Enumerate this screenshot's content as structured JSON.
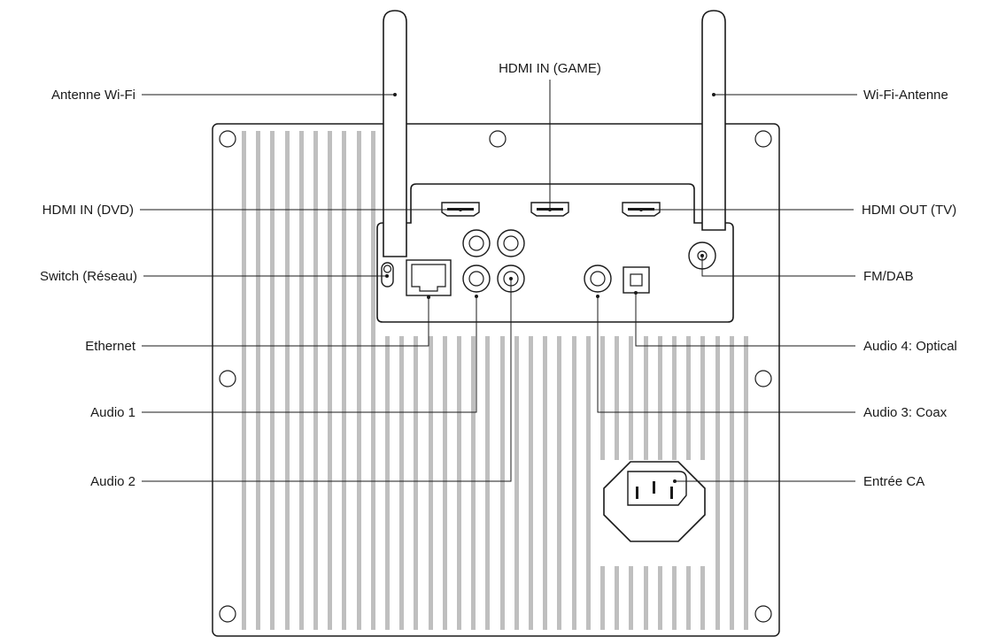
{
  "labels": {
    "wifi_left": "Antenne Wi-Fi",
    "hdmi_game": "HDMI IN (GAME)",
    "wifi_right": "Wi-Fi-Antenne",
    "hdmi_dvd": "HDMI IN (DVD)",
    "hdmi_out": "HDMI OUT (TV)",
    "switch": "Switch (Réseau)",
    "fm_dab": "FM/DAB",
    "ethernet": "Ethernet",
    "audio4": "Audio 4: Optical",
    "audio1": "Audio 1",
    "audio3": "Audio 3: Coax",
    "audio2": "Audio 2",
    "ac_in": "Entrée CA"
  }
}
